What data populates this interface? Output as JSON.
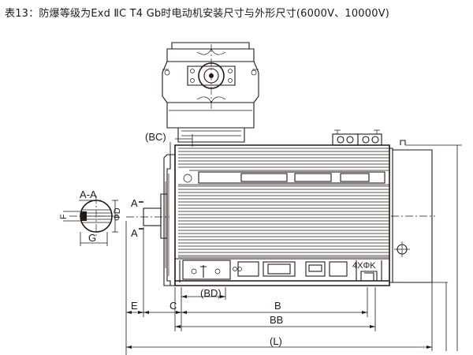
{
  "caption": "表13：防爆等级为Exd ⅡC T4 Gb时电动机安装尺寸与外形尺寸(6000V、10000V)",
  "labels": {
    "section": "A-A",
    "f": "F",
    "d": "ΦD",
    "g": "G",
    "a_top": "A",
    "a_bottom": "A",
    "bc": "(BC)",
    "bd": "(BD)",
    "k": "4XΦK",
    "e": "E",
    "c": "C",
    "b": "B",
    "bb": "BB",
    "l": "(L)"
  }
}
